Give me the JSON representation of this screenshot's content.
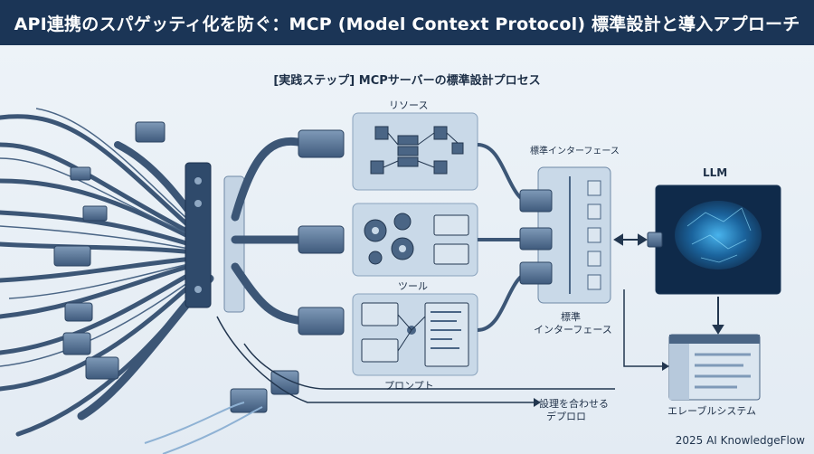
{
  "header": {
    "title": "API連携のスパゲッティ化を防ぐ：MCP (Model Context Protocol) 標準設計と導入アプローチ"
  },
  "diagram": {
    "subtitle": "[実践ステップ] MCPサーバーの標準設計プロセス",
    "resource_label": "リソース",
    "tool_label": "ツール",
    "prompt_label": "プロンプト",
    "standard_interface_top": "標準インターフェース",
    "standard_interface_bottom_line1": "標準",
    "standard_interface_bottom_line2": "インターフェース",
    "llm_label": "LLM",
    "system_label": "エレーブルシステム",
    "deploy_line1": "設理を合わせる",
    "deploy_line2": "デプロロ"
  },
  "footer": {
    "credit": "2025 AI KnowledgeFlow"
  },
  "colors": {
    "header_bg": "#1b3556",
    "cable": "#3c5676",
    "panel": "#c9d9e8",
    "llm_bg": "#0f2a4a"
  }
}
